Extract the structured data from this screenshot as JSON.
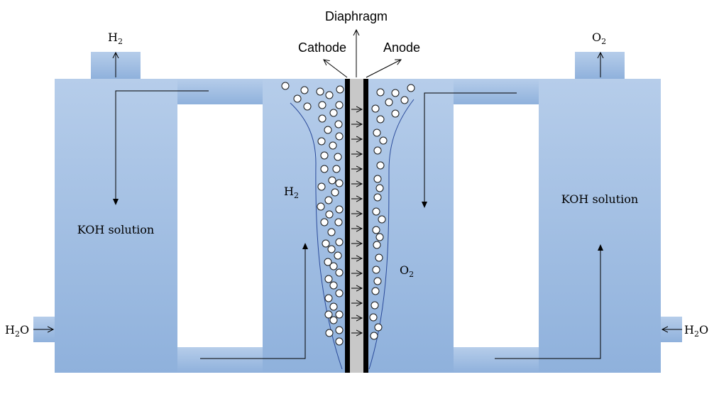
{
  "labels": {
    "diaphragm": "Diaphragm",
    "cathode": "Cathode",
    "anode": "Anode",
    "h2_outlet": "H",
    "h2_outlet_sub": "2",
    "o2_outlet": "O",
    "o2_outlet_sub": "2",
    "koh_left": "KOH solution",
    "koh_right": "KOH solution",
    "h2_inner": "H",
    "h2_inner_sub": "2",
    "o2_inner": "O",
    "o2_inner_sub": "2",
    "h2o_left": "H",
    "h2o_left_sub": "2",
    "h2o_left_tail": "O",
    "h2o_right": "H",
    "h2o_right_sub": "2",
    "h2o_right_tail": "O"
  },
  "colors": {
    "fill_top": "#b4cce9",
    "fill_bottom": "#8fb1dc",
    "cell_stroke": "#6f98cc",
    "electrode": "#000000",
    "diaphragm": "#c8c8c8",
    "bubble_stroke": "#1a1a1a",
    "flow_line": "#1f3d8c"
  }
}
